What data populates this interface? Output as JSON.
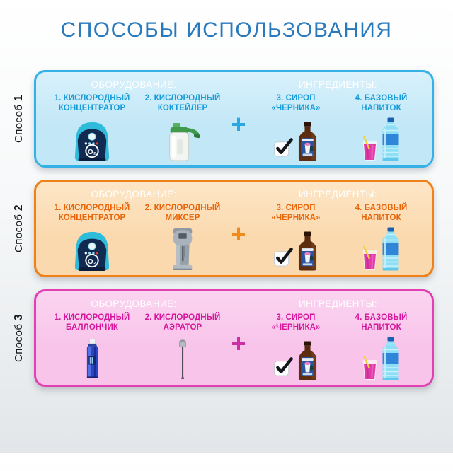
{
  "title": "СПОСОБЫ ИСПОЛЬЗОВАНИЯ",
  "o2_label": "O₂",
  "panels": [
    {
      "side_word": "Способ",
      "side_num": "1",
      "equipment_header": "ОБОРУДОВАНИЕ:",
      "ingredients_header": "ИНГРЕДИЕНТЫ:",
      "plus": "+",
      "theme": {
        "border": "#35b1e6",
        "bg": "#c2e7f7",
        "bg-light": "#d8f1fb",
        "text": "#189bd8",
        "plus": "#2aa7e0"
      },
      "items": [
        {
          "line1": "1. КИСЛОРОДНЫЙ",
          "line2": "КОНЦЕНТРАТОР",
          "icon": "oxygen-concentrator-icon"
        },
        {
          "line1": "2. КИСЛОРОДНЫЙ",
          "line2": "КОКТЕЙЛЕР",
          "icon": "oxygen-cocktailer-icon"
        },
        {
          "line1": "3. СИРОП",
          "line2": "«ЧЕРНИКА»",
          "icon": "blueberry-syrup-bottle-icon",
          "checkbox": "checked"
        },
        {
          "line1": "4. БАЗОВЫЙ",
          "line2": "НАПИТОК",
          "icon": "base-drink-icon"
        }
      ]
    },
    {
      "side_word": "Способ",
      "side_num": "2",
      "equipment_header": "ОБОРУДОВАНИЕ:",
      "ingredients_header": "ИНГРЕДИЕНТЫ:",
      "plus": "+",
      "theme": {
        "border": "#ee8118",
        "bg": "#fbd9ae",
        "bg-light": "#fde6c6",
        "text": "#e8650a",
        "plus": "#f08a1a"
      },
      "items": [
        {
          "line1": "1. КИСЛОРОДНЫЙ",
          "line2": "КОНЦЕНТРАТОР",
          "icon": "oxygen-concentrator-icon"
        },
        {
          "line1": "2. КИСЛОРОДНЫЙ",
          "line2": "МИКСЕР",
          "icon": "oxygen-mixer-icon"
        },
        {
          "line1": "3. СИРОП",
          "line2": "«ЧЕРНИКА»",
          "icon": "blueberry-syrup-bottle-icon",
          "checkbox": "checked"
        },
        {
          "line1": "4. БАЗОВЫЙ",
          "line2": "НАПИТОК",
          "icon": "base-drink-icon"
        }
      ]
    },
    {
      "side_word": "Способ",
      "side_num": "3",
      "equipment_header": "ОБОРУДОВАНИЕ:",
      "ingredients_header": "ИНГРЕДИЕНТЫ:",
      "plus": "+",
      "theme": {
        "border": "#e040b2",
        "bg": "#f8c4ea",
        "bg-light": "#fbd4f0",
        "text": "#d6179c",
        "plus": "#cc2fa4"
      },
      "items": [
        {
          "line1": "1. КИСЛОРОДНЫЙ",
          "line2": "БАЛЛОНЧИК",
          "icon": "oxygen-spray-can-icon"
        },
        {
          "line1": "2. КИСЛОРОДНЫЙ",
          "line2": "АЭРАТОР",
          "icon": "oxygen-aerator-icon"
        },
        {
          "line1": "3. СИРОП",
          "line2": "«ЧЕРНИКА»",
          "icon": "blueberry-syrup-bottle-icon",
          "checkbox": "checked"
        },
        {
          "line1": "4. БАЗОВЫЙ",
          "line2": "НАПИТОК",
          "icon": "base-drink-icon"
        }
      ]
    }
  ]
}
